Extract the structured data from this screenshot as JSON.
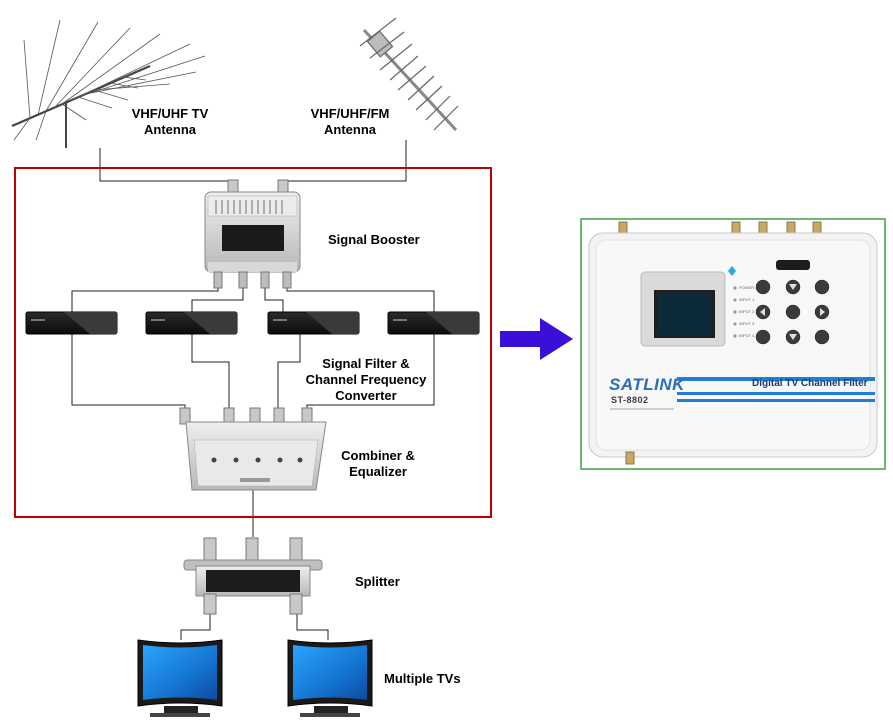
{
  "labels": {
    "vhf_uhf_tv": [
      "VHF/UHF TV",
      "Antenna"
    ],
    "vhf_uhf_fm": [
      "VHF/UHF/FM",
      "Antenna"
    ],
    "signal_booster": "Signal Booster",
    "signal_filter": [
      "Signal Filter &",
      "Channel Frequency",
      "Converter"
    ],
    "combiner": [
      "Combiner &",
      "Equalizer"
    ],
    "splitter": "Splitter",
    "multiple_tvs": "Multiple TVs"
  },
  "device": {
    "brand": "SATLINK",
    "model": "ST-8802",
    "product": "Digital TV Channel Filter",
    "leds": [
      "POWER",
      "INPUT 1",
      "INPUT 2",
      "INPUT 3",
      "INPUT 4"
    ]
  },
  "icons": {
    "arrow": "right-arrow-icon",
    "antenna_left": "vhf-uhf-tv-antenna-icon",
    "antenna_right": "yagi-antenna-icon"
  },
  "colors": {
    "system_box_border": "#c00000",
    "device_box_border": "#3f9f3f",
    "arrow": "#3a10d8",
    "brand": "#2a6fb5"
  }
}
